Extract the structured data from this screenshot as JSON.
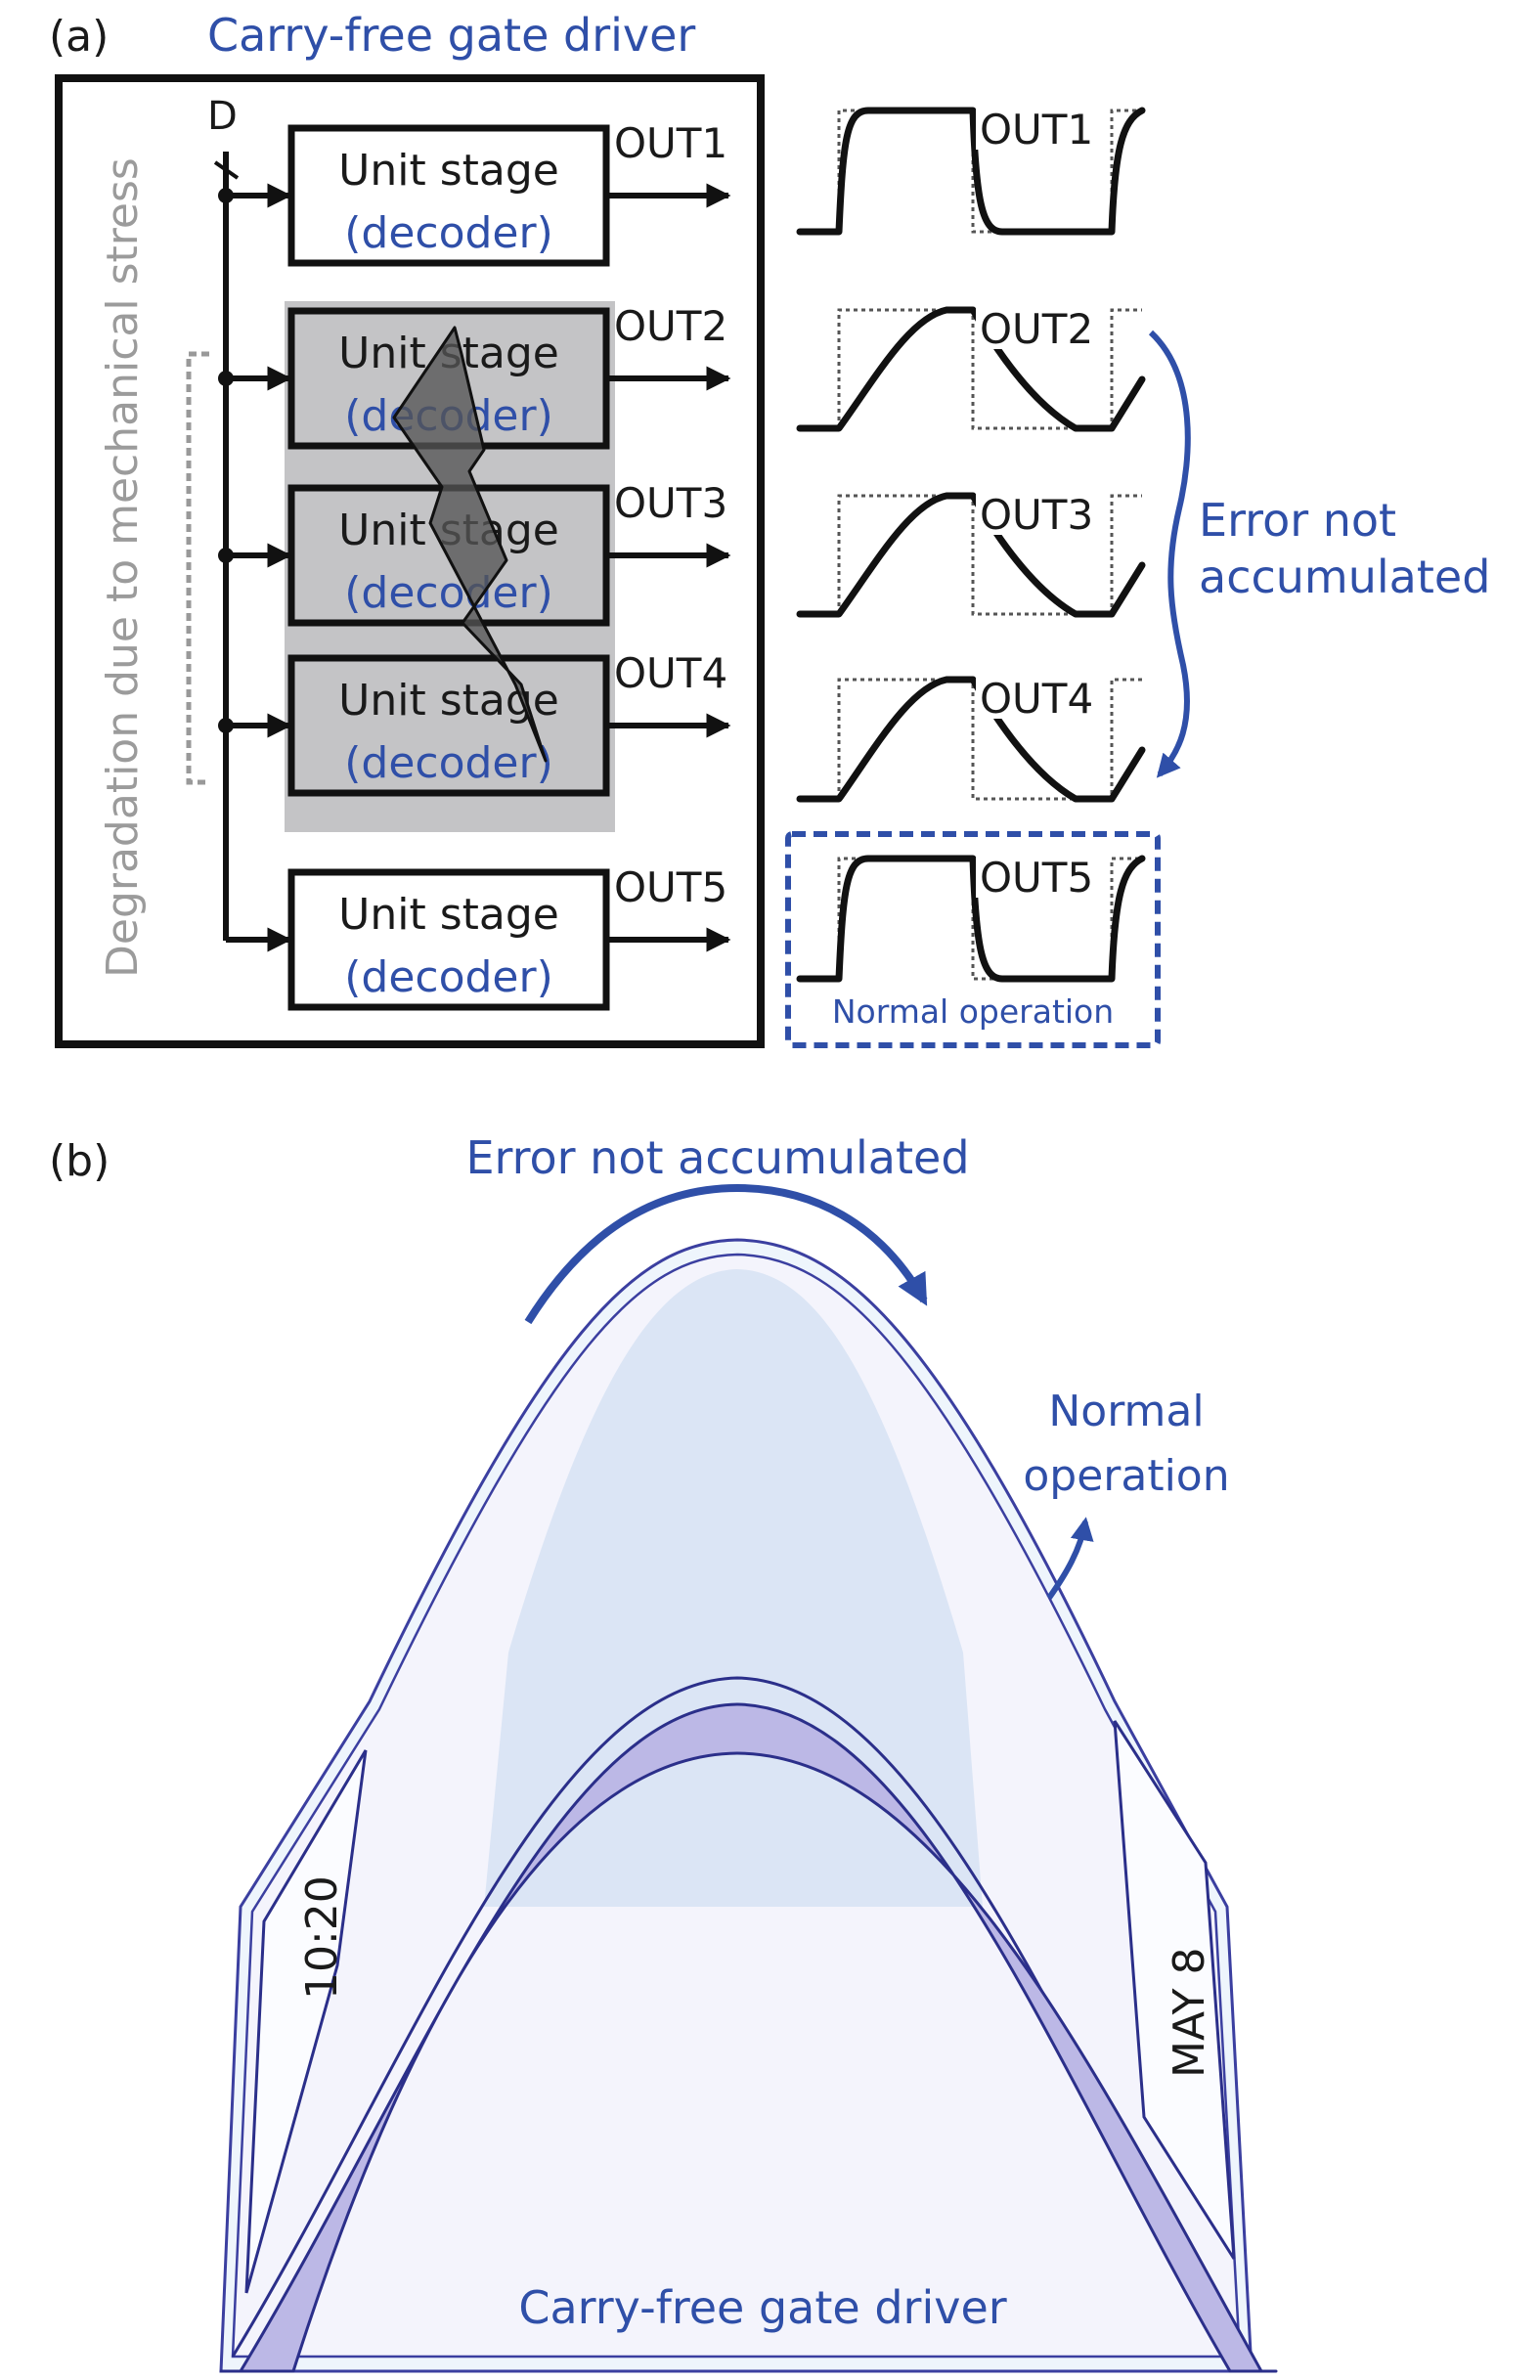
{
  "panel_a": {
    "label": "(a)",
    "title": "Carry-free gate driver",
    "input_label": "D",
    "side_label": "Degradation due to mechanical stress",
    "stages": [
      {
        "line1": "Unit stage",
        "line2": "(decoder)",
        "output": "OUT1",
        "degraded": false
      },
      {
        "line1": "Unit stage",
        "line2": "(decoder)",
        "output": "OUT2",
        "degraded": true
      },
      {
        "line1": "Unit stage",
        "line2": "(decoder)",
        "output": "OUT3",
        "degraded": true
      },
      {
        "line1": "Unit stage",
        "line2": "(decoder)",
        "output": "OUT4",
        "degraded": true
      },
      {
        "line1": "Unit stage",
        "line2": "(decoder)",
        "output": "OUT5",
        "degraded": false
      }
    ],
    "waveforms": [
      {
        "label": "OUT1",
        "shape": "sharp"
      },
      {
        "label": "OUT2",
        "shape": "degraded"
      },
      {
        "label": "OUT3",
        "shape": "degraded"
      },
      {
        "label": "OUT4",
        "shape": "degraded"
      },
      {
        "label": "OUT5",
        "shape": "sharp"
      }
    ],
    "error_note_line1": "Error not",
    "error_note_line2": "accumulated",
    "normal_box_label": "Normal operation"
  },
  "panel_b": {
    "label": "(b)",
    "top_note": "Error not accumulated",
    "side_note_line1": "Normal",
    "side_note_line2": "operation",
    "left_screen_text": "10:20",
    "right_screen_text": "MAY 8",
    "bottom_caption": "Carry-free gate driver"
  },
  "colors": {
    "accent_blue": "#2f4fa8",
    "degraded_gray": "#c4c4c6",
    "label_gray": "#9b9b9b",
    "flex_band": "#bcb8e6",
    "flex_fill": "#dde6f6"
  }
}
